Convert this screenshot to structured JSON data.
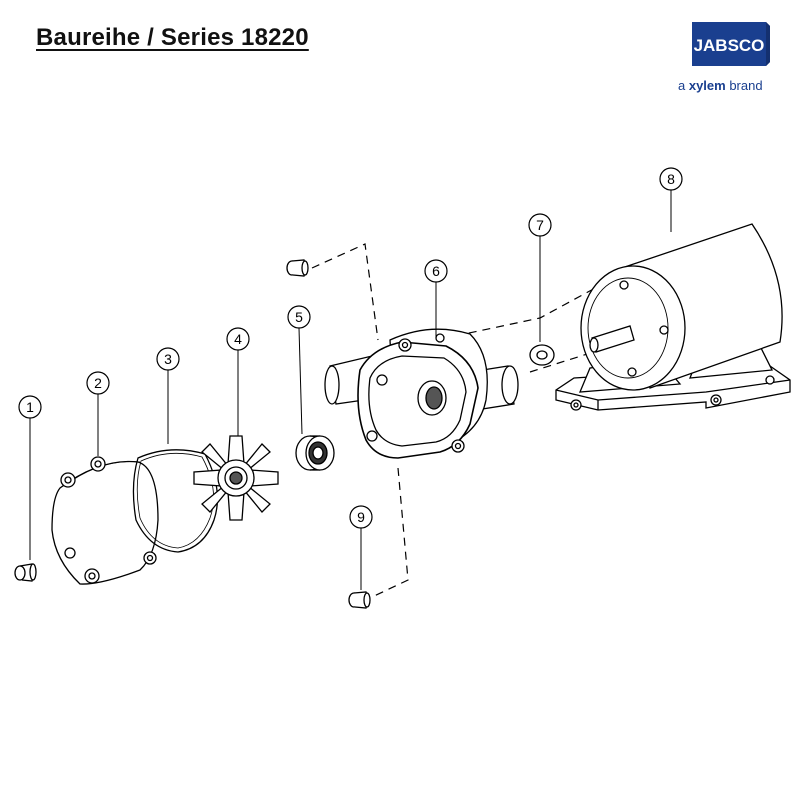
{
  "title": "Baureihe / Series 18220",
  "logo": {
    "text": "JABSCO",
    "tagline_prefix": "a ",
    "tagline_brand": "xylem",
    "tagline_suffix": " brand",
    "color": "#1a3f8f"
  },
  "callouts": [
    "1",
    "2",
    "3",
    "4",
    "5",
    "6",
    "7",
    "8",
    "9"
  ]
}
